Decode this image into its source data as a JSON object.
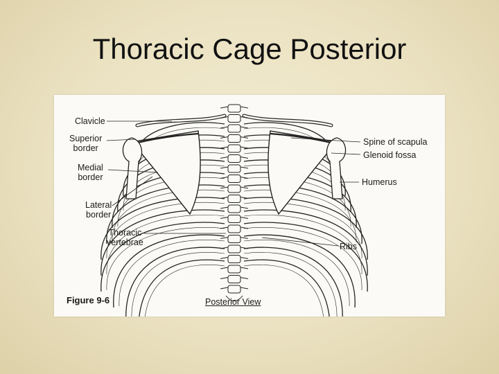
{
  "slide": {
    "title": "Thoracic Cage Posterior"
  },
  "figure": {
    "number": "Figure 9-6",
    "caption": "Posterior View",
    "labels": {
      "clavicle": "Clavicle",
      "superior_border": [
        "Superior",
        "border"
      ],
      "medial_border": [
        "Medial",
        "border"
      ],
      "lateral_border": [
        "Lateral",
        "border"
      ],
      "thoracic_vertebrae": [
        "Thoracic",
        "vertebrae"
      ],
      "spine_of_scapula": "Spine of scapula",
      "glenoid_fossa": "Glenoid fossa",
      "humerus": "Humerus",
      "ribs": "Ribs"
    }
  },
  "colors": {
    "background": "#ebe2c2",
    "figure_bg": "#fbfaf6",
    "ink": "#1a1a1a"
  }
}
